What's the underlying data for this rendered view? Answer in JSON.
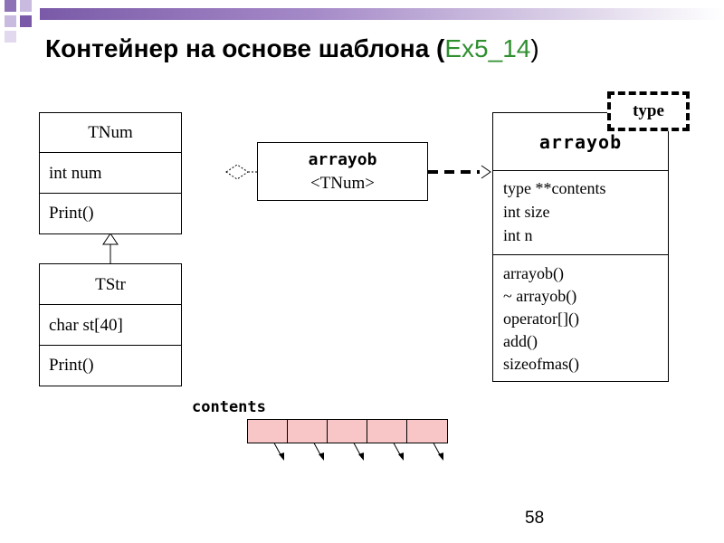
{
  "title": {
    "main": "Контейнер на основе шаблона (",
    "code": "Ex5_14",
    "close": ")"
  },
  "tnum": {
    "name": "TNum",
    "attr": "int num",
    "method": "Print()"
  },
  "tstr": {
    "name": "TStr",
    "attr": "char st[40]",
    "method": "Print()"
  },
  "template_class": {
    "line1": "arrayob",
    "line2": "<TNum>"
  },
  "arrayob": {
    "name": "arrayob",
    "param": "type",
    "attrs": [
      "type **contents",
      "int size",
      "int n"
    ],
    "methods": [
      "arrayob()",
      "~ arrayob()",
      "operator[]()",
      "add()",
      "sizeofmas()"
    ]
  },
  "contents_label": "contents",
  "page_number": "58",
  "colors": {
    "accent_green": "#2f8f2f",
    "cell_fill": "#f8c6c6",
    "bar_purple": "#7a5aa8"
  }
}
